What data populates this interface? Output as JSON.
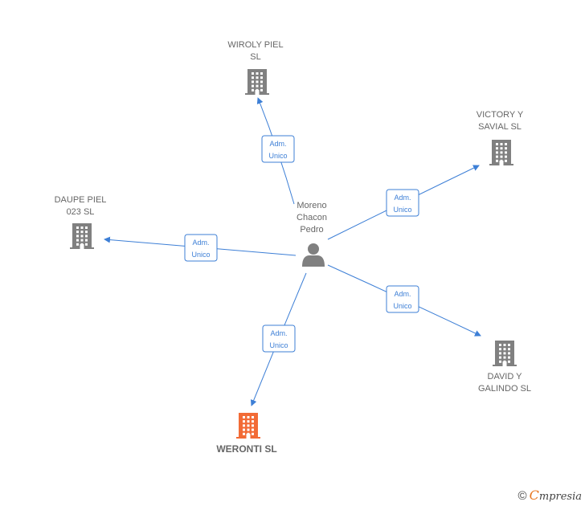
{
  "center": {
    "name_lines": [
      "Moreno",
      "Chacon",
      "Pedro"
    ],
    "icon": "person-icon"
  },
  "companies": [
    {
      "id": "wiroly",
      "name_lines": [
        "WIROLY PIEL",
        "SL"
      ],
      "color": "#808080",
      "role": [
        "Adm.",
        "Unico"
      ]
    },
    {
      "id": "victory",
      "name_lines": [
        "VICTORY Y",
        "SAVIAL SL"
      ],
      "color": "#808080",
      "role": [
        "Adm.",
        "Unico"
      ]
    },
    {
      "id": "daupe",
      "name_lines": [
        "DAUPE PIEL",
        "023  SL"
      ],
      "color": "#808080",
      "role": [
        "Adm.",
        "Unico"
      ]
    },
    {
      "id": "david",
      "name_lines": [
        "DAVID Y",
        "GALINDO SL"
      ],
      "color": "#808080",
      "role": [
        "Adm.",
        "Unico"
      ]
    },
    {
      "id": "weronti",
      "name_lines": [
        "WERONTI  SL"
      ],
      "color": "#f26b36",
      "role": [
        "Adm.",
        "Unico"
      ],
      "highlight": true
    }
  ],
  "colors": {
    "edge": "#3d7fd6",
    "person": "#808080",
    "label": "#666666"
  },
  "footer": {
    "copyright": "©",
    "brand_initial": "C",
    "brand_rest": "mpresia"
  }
}
